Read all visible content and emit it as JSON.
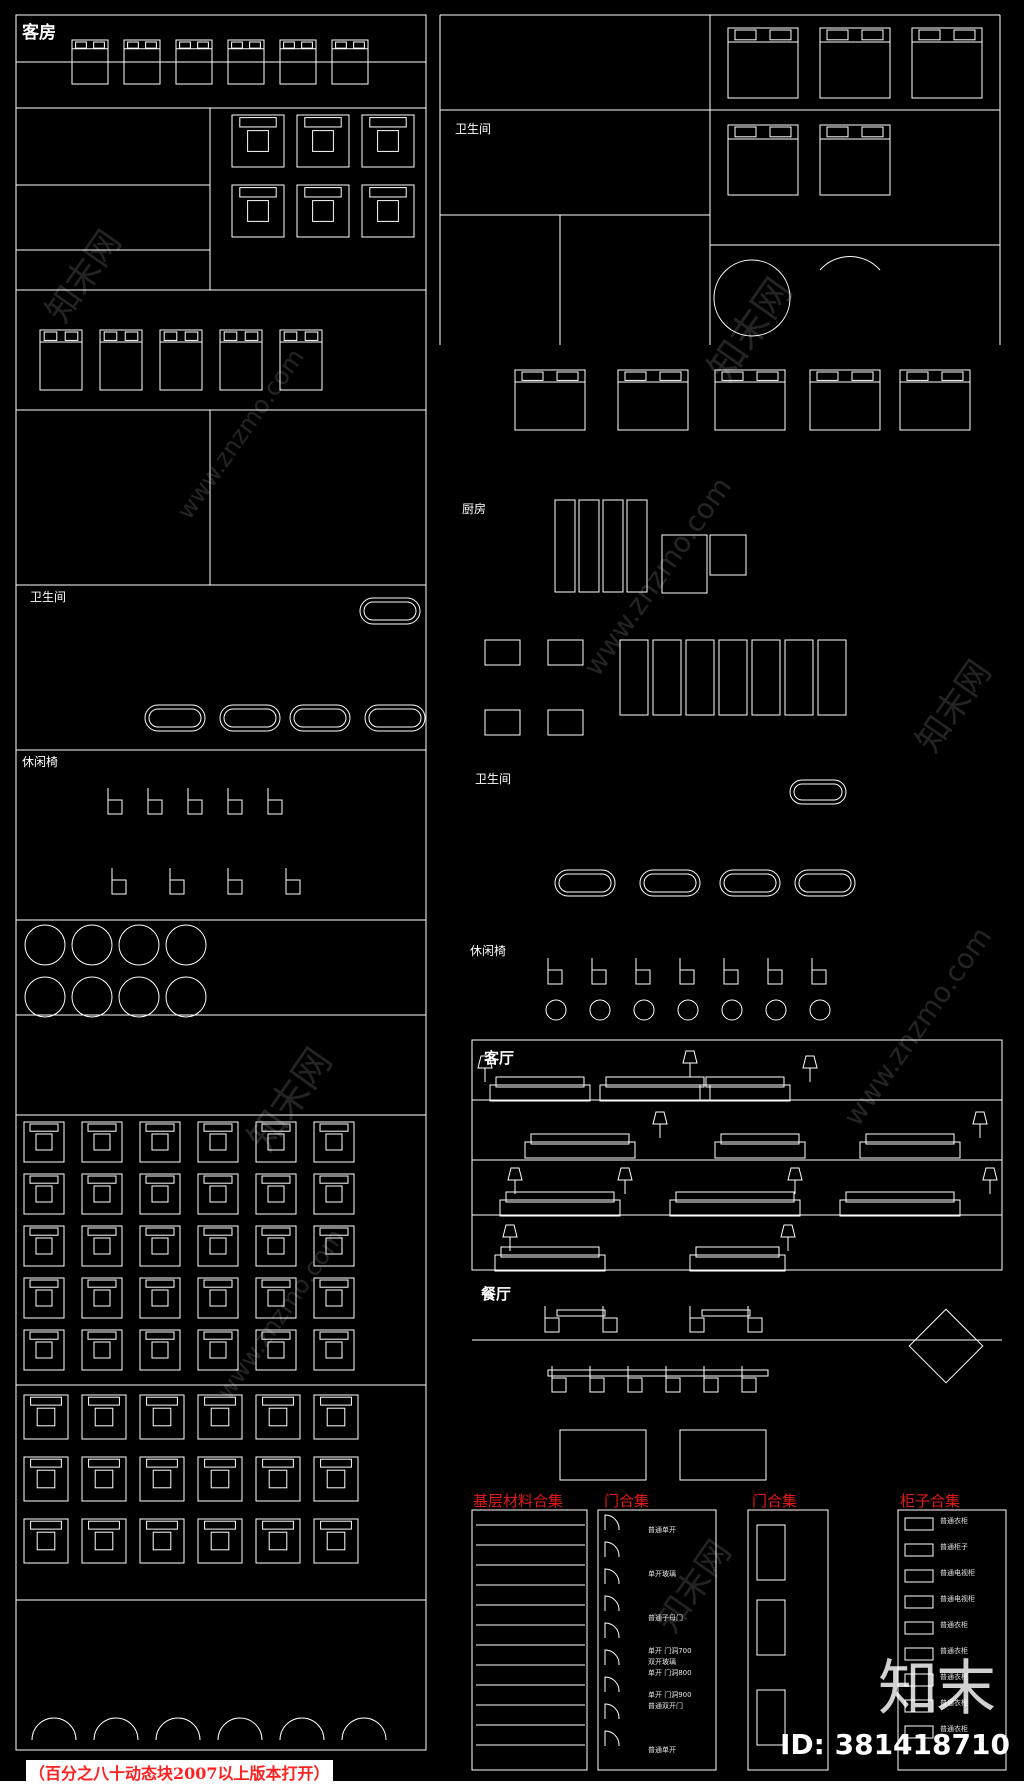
{
  "sections": {
    "guest_room": "客房",
    "bathroom_left": "卫生间",
    "bathroom_top": "卫生间",
    "bathroom_right": "卫生间",
    "lounge_chair_left": "休闲椅",
    "lounge_chair_right": "休闲椅",
    "kitchen": "厨房",
    "living_room": "客厅",
    "dining_room": "餐厅"
  },
  "collections": {
    "base_materials": "基层材料合集",
    "doors_1": "门合集",
    "doors_2": "门合集",
    "cabinets": "柜子合集"
  },
  "door_items": [
    "普通单开",
    "单开玻璃",
    "普通子母门",
    "双开玻璃",
    "普通双开门",
    "普通单开",
    "单开 门洞700",
    "单开 门洞800",
    "单开 门洞900"
  ],
  "cabinet_items": [
    "普通衣柜",
    "普通柜子",
    "普通电视柜",
    "普通电视柜",
    "普通衣柜",
    "普通衣柜",
    "普通衣柜",
    "普通衣柜",
    "普通衣柜"
  ],
  "watermarks": {
    "site_cn": "知末网",
    "site_url": "www.znzmo.com"
  },
  "logo_text": "知末",
  "file_id": "ID: 381418710",
  "footer_note": "（百分之八十动态块2007以上版本打开）"
}
